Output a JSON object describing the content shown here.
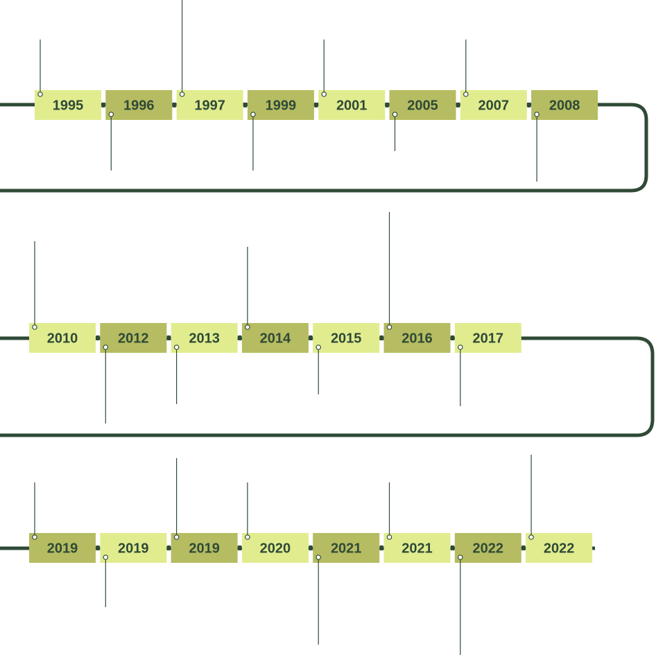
{
  "timeline": {
    "rows": [
      {
        "items": [
          {
            "year": "1995",
            "shade": "light",
            "stem": "up"
          },
          {
            "year": "1996",
            "shade": "dark",
            "stem": "down"
          },
          {
            "year": "1997",
            "shade": "light",
            "stem": "up"
          },
          {
            "year": "1999",
            "shade": "dark",
            "stem": "down"
          },
          {
            "year": "2001",
            "shade": "light",
            "stem": "up"
          },
          {
            "year": "2005",
            "shade": "dark",
            "stem": "down"
          },
          {
            "year": "2007",
            "shade": "light",
            "stem": "up"
          },
          {
            "year": "2008",
            "shade": "dark",
            "stem": "down"
          }
        ]
      },
      {
        "items": [
          {
            "year": "2010",
            "shade": "light",
            "stem": "up"
          },
          {
            "year": "2012",
            "shade": "dark",
            "stem": "down"
          },
          {
            "year": "2013",
            "shade": "light",
            "stem": "down"
          },
          {
            "year": "2014",
            "shade": "dark",
            "stem": "up"
          },
          {
            "year": "2015",
            "shade": "light",
            "stem": "down"
          },
          {
            "year": "2016",
            "shade": "dark",
            "stem": "up"
          },
          {
            "year": "2017",
            "shade": "light",
            "stem": "down"
          }
        ]
      },
      {
        "items": [
          {
            "year": "2019",
            "shade": "dark",
            "stem": "up"
          },
          {
            "year": "2019",
            "shade": "light",
            "stem": "down"
          },
          {
            "year": "2019",
            "shade": "dark",
            "stem": "up"
          },
          {
            "year": "2020",
            "shade": "light",
            "stem": "up"
          },
          {
            "year": "2021",
            "shade": "dark",
            "stem": "down"
          },
          {
            "year": "2021",
            "shade": "light",
            "stem": "up"
          },
          {
            "year": "2022",
            "shade": "dark",
            "stem": "down"
          },
          {
            "year": "2022",
            "shade": "light",
            "stem": "up"
          }
        ]
      }
    ]
  },
  "colors": {
    "track": "#2f4a36",
    "box_light": "#e1ec8f",
    "box_dark": "#b6bc61",
    "text": "#2f4a36",
    "stem": "#2f4a36",
    "dot_fill": "#ffffff"
  }
}
